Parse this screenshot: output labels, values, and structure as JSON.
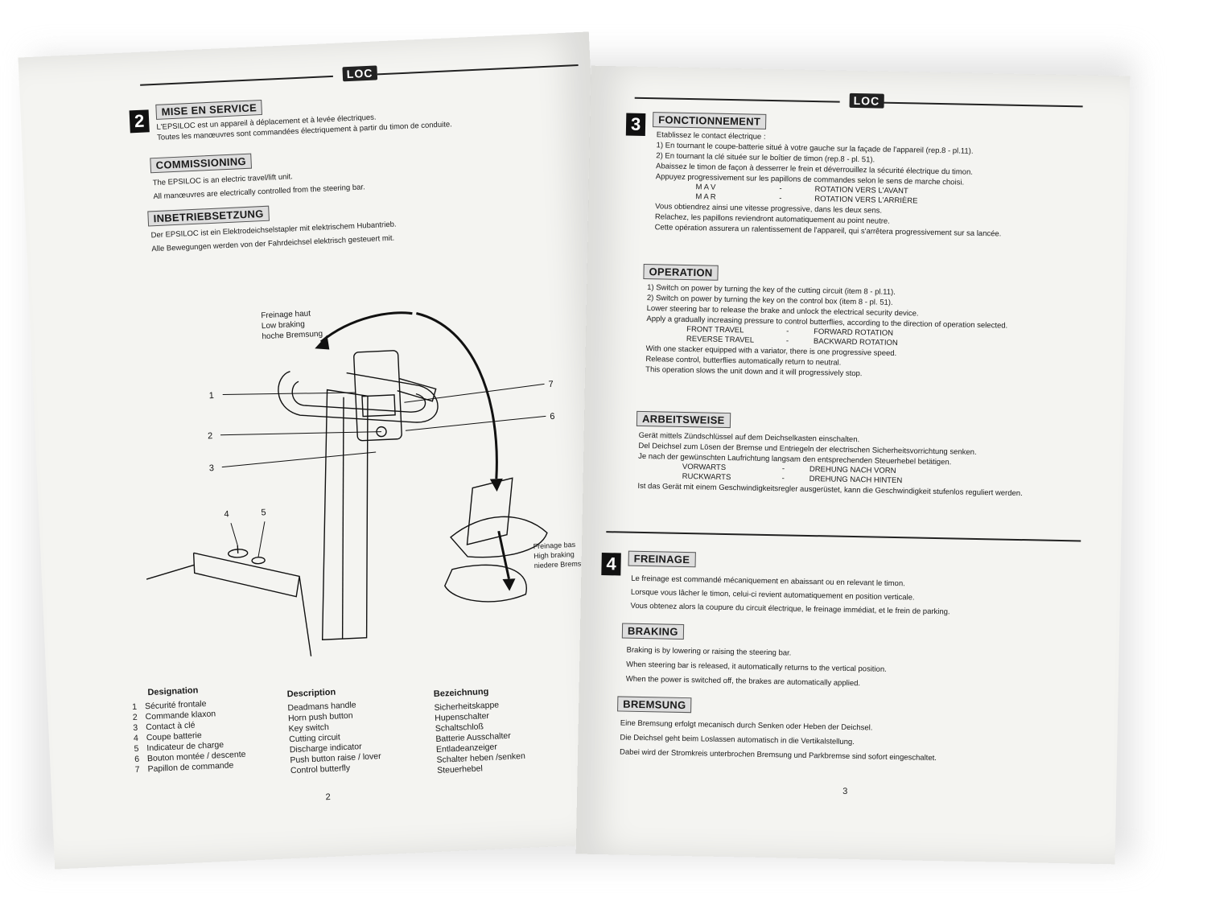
{
  "logo": "LOC",
  "left": {
    "section_number": "2",
    "fr_heading": "MISE EN SERVICE",
    "fr_lines": [
      "L'EPSILOC est un appareil à déplacement et à levée électriques.",
      "Toutes les manœuvres sont commandées électriquement à partir du timon de conduite."
    ],
    "en_heading": "COMMISSIONING",
    "en_lines": [
      "The EPSILOC is an electric travel/lift unit.",
      "All manœuvres are electrically controlled from the steering bar."
    ],
    "de_heading": "INBETRIEBSETZUNG",
    "de_lines": [
      "Der EPSILOC ist ein Elektrodeichselstapler mit elektrischem Hubantrieb.",
      "Alle Bewegungen werden von der Fahrdeichsel elektrisch gesteuert mit."
    ],
    "callout_top": [
      "Freinage haut",
      "Low braking",
      "hoche Bremsung"
    ],
    "callout_bottom": [
      "Freinage bas",
      "High braking",
      "niedere Bremsung"
    ],
    "part_numbers": [
      "1",
      "2",
      "3",
      "4",
      "5",
      "6",
      "7"
    ],
    "designation": {
      "title": "Designation",
      "numbers": [
        "1",
        "2",
        "3",
        "4",
        "5",
        "6",
        "7"
      ],
      "items": [
        "Sécurité frontale",
        "Commande klaxon",
        "Contact à clé",
        "Coupe batterie",
        "Indicateur de charge",
        "Bouton montée / descente",
        "Papillon de commande"
      ]
    },
    "description": {
      "title": "Description",
      "items": [
        "Deadmans handle",
        "Horn push button",
        "Key switch",
        "Cutting circuit",
        "Discharge  indicator",
        "Push button raise / lover",
        "Control butterfly"
      ]
    },
    "bezeichnung": {
      "title": "Bezeichnung",
      "items": [
        "Sicherheitskappe",
        "Hupenschalter",
        "Schaltschloß",
        "Batterie Ausschalter",
        "Entladeanzeiger",
        "Schalter heben /senken",
        "Steuerhebel"
      ]
    },
    "page_number": "2"
  },
  "right": {
    "section3_number": "3",
    "fr_heading": "FONCTIONNEMENT",
    "fr_lines": [
      "Etablissez le contact électrique :",
      "1)  En tournant le coupe-batterie situé à votre gauche sur la façade de l'appareil (rep.8 - pl.11).",
      "2)  En tournant la clé située sur le boîtier de timon (rep.8 - pl. 51).",
      "Abaissez le timon de façon à desserrer le frein et déverrouillez la sécurité électrique du timon.",
      "Appuyez progressivement sur les papillons de commandes selon le sens de marche choisi."
    ],
    "fr_dirs": [
      [
        "M A V",
        "-",
        "ROTATION VERS L'AVANT"
      ],
      [
        "M A R",
        "-",
        "ROTATION VERS L'ARRIÈRE"
      ]
    ],
    "fr_lines2": [
      "Vous obtiendrez ainsi une vitesse progressive, dans les deux sens.",
      "Relachez, les papillons reviendront automatiquement au point neutre.",
      "Cette opération assurera un ralentissement de l'appareil, qui s'arrêtera progressivement sur sa lancée."
    ],
    "en_heading": "OPERATION",
    "en_lines": [
      "1)  Switch on power by turning the key of the cutting circuit (item 8 - pl.11).",
      "2)  Switch on power by turning the key on the control box (item 8 - pl. 51).",
      "Lower steering bar to release the brake and unlock the electrical security device.",
      "Apply a gradually increasing pressure to control butterflies, according to the direction of operation selected."
    ],
    "en_dirs": [
      [
        "FRONT TRAVEL",
        "-",
        "FORWARD ROTATION"
      ],
      [
        "REVERSE TRAVEL",
        "-",
        "BACKWARD ROTATION"
      ]
    ],
    "en_lines2": [
      "With one stacker equipped with a variator, there is one progressive speed.",
      "Release control, butterflies automatically return to neutral.",
      "This operation slows the unit down and it will progressively stop."
    ],
    "de_heading": "ARBEITSWEISE",
    "de_lines": [
      "Gerät mittels Zündschlüssel auf dem Deichselkasten einschalten.",
      "Del Deichsel zum Lösen der Bremse und Entriegeln der electrischen Sicherheitsvorrichtung senken.",
      "Je nach der gewünschten Laufrichtung langsam den entsprechenden Steuerhebel betätigen."
    ],
    "de_dirs": [
      [
        "VORWARTS",
        "-",
        "DREHUNG NACH VORN"
      ],
      [
        "RUCKWARTS",
        "-",
        "DREHUNG NACH HINTEN"
      ]
    ],
    "de_lines2": [
      "Ist das Gerät mit einem Geschwindigkeitsregler ausgerüstet, kann die Geschwindigkeit stufenlos reguliert werden."
    ],
    "section4_number": "4",
    "fr4_heading": "FREINAGE",
    "fr4_lines": [
      "Le freinage est commandé mécaniquement en abaissant ou en relevant le timon.",
      "Lorsque vous lâcher le timon, celui-ci revient automatiquement en position verticale.",
      "Vous obtenez alors la coupure du circuit électrique, le freinage immédiat, et le frein de parking."
    ],
    "en4_heading": "BRAKING",
    "en4_lines": [
      "Braking is by lowering or raising the steering bar.",
      "When steering bar is released, it automatically returns to the vertical position.",
      "When the power is switched off, the brakes are automatically applied."
    ],
    "de4_heading": "BREMSUNG",
    "de4_lines": [
      "Eine Bremsung erfolgt mecanisch durch Senken oder Heben der Deichsel.",
      "Die Deichsel geht beim Loslassen automatisch in die Vertikalstellung.",
      "Dabei wird der Stromkreis unterbrochen Bremsung und Parkbremse sind sofort eingeschaltet."
    ],
    "page_number": "3"
  }
}
